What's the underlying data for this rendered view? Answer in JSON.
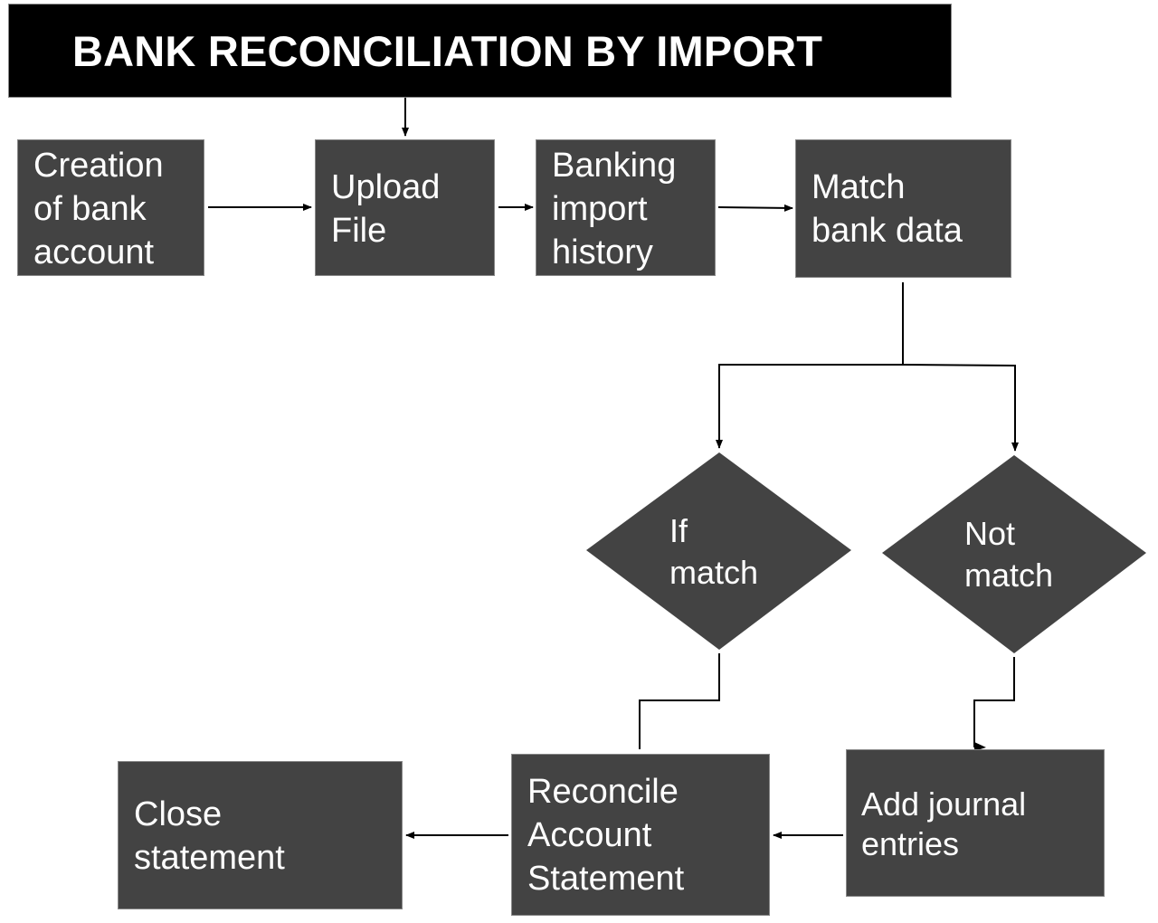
{
  "diagram": {
    "title": "BANK RECONCILIATION BY IMPORT",
    "colors": {
      "title_bg": "#000000",
      "title_text": "#ffffff",
      "node_fill": "#434343",
      "node_text": "#ffffff",
      "connector": "#000000"
    },
    "nodes": {
      "creation": {
        "type": "process",
        "lines": [
          "Creation",
          "of bank",
          "account"
        ]
      },
      "upload": {
        "type": "process",
        "lines": [
          "Upload",
          "File"
        ]
      },
      "history": {
        "type": "process",
        "lines": [
          "Banking",
          "import",
          "history"
        ]
      },
      "match": {
        "type": "process",
        "lines": [
          "Match",
          "bank data"
        ]
      },
      "if_match": {
        "type": "decision",
        "lines": [
          "If",
          "match"
        ]
      },
      "not_match": {
        "type": "decision",
        "lines": [
          "Not",
          "match"
        ]
      },
      "journal": {
        "type": "process",
        "lines": [
          "Add journal",
          "entries"
        ]
      },
      "reconcile": {
        "type": "process",
        "lines": [
          "Reconcile",
          "Account",
          "Statement"
        ]
      },
      "close": {
        "type": "process",
        "lines": [
          "Close",
          "statement"
        ]
      }
    },
    "edges": [
      {
        "from": "title",
        "to": "upload"
      },
      {
        "from": "creation",
        "to": "upload"
      },
      {
        "from": "upload",
        "to": "history"
      },
      {
        "from": "history",
        "to": "match"
      },
      {
        "from": "match",
        "to": "if_match"
      },
      {
        "from": "match",
        "to": "not_match"
      },
      {
        "from": "if_match",
        "to": "reconcile"
      },
      {
        "from": "not_match",
        "to": "journal"
      },
      {
        "from": "journal",
        "to": "reconcile"
      },
      {
        "from": "reconcile",
        "to": "close"
      }
    ]
  }
}
